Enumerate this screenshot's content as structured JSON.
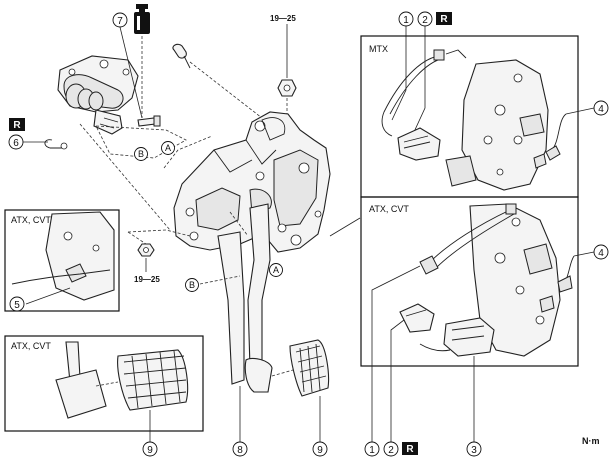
{
  "insets": {
    "mtx_title": "MTX",
    "atx_cvt_right_title": "ATX, CVT",
    "atx_cvt_left_top_title": "ATX, CVT",
    "atx_cvt_left_bottom_title": "ATX, CVT"
  },
  "torque": {
    "top": "19—25",
    "left": "19—25"
  },
  "callouts": {
    "c1_top": "1",
    "c2_top": "2",
    "c4_mtx": "4",
    "c4_atx": "4",
    "c5": "5",
    "c6": "6",
    "c7": "7",
    "c8": "8",
    "c9_left": "9",
    "c9_right": "9",
    "c1_bottom": "1",
    "c2_bottom": "2",
    "c3": "3"
  },
  "letters": {
    "a1": "A",
    "b1": "B",
    "a2": "A",
    "b2": "B"
  },
  "badges": {
    "r_top": "R",
    "r_left": "R",
    "r_bottom": "R"
  },
  "unit": "N·m"
}
